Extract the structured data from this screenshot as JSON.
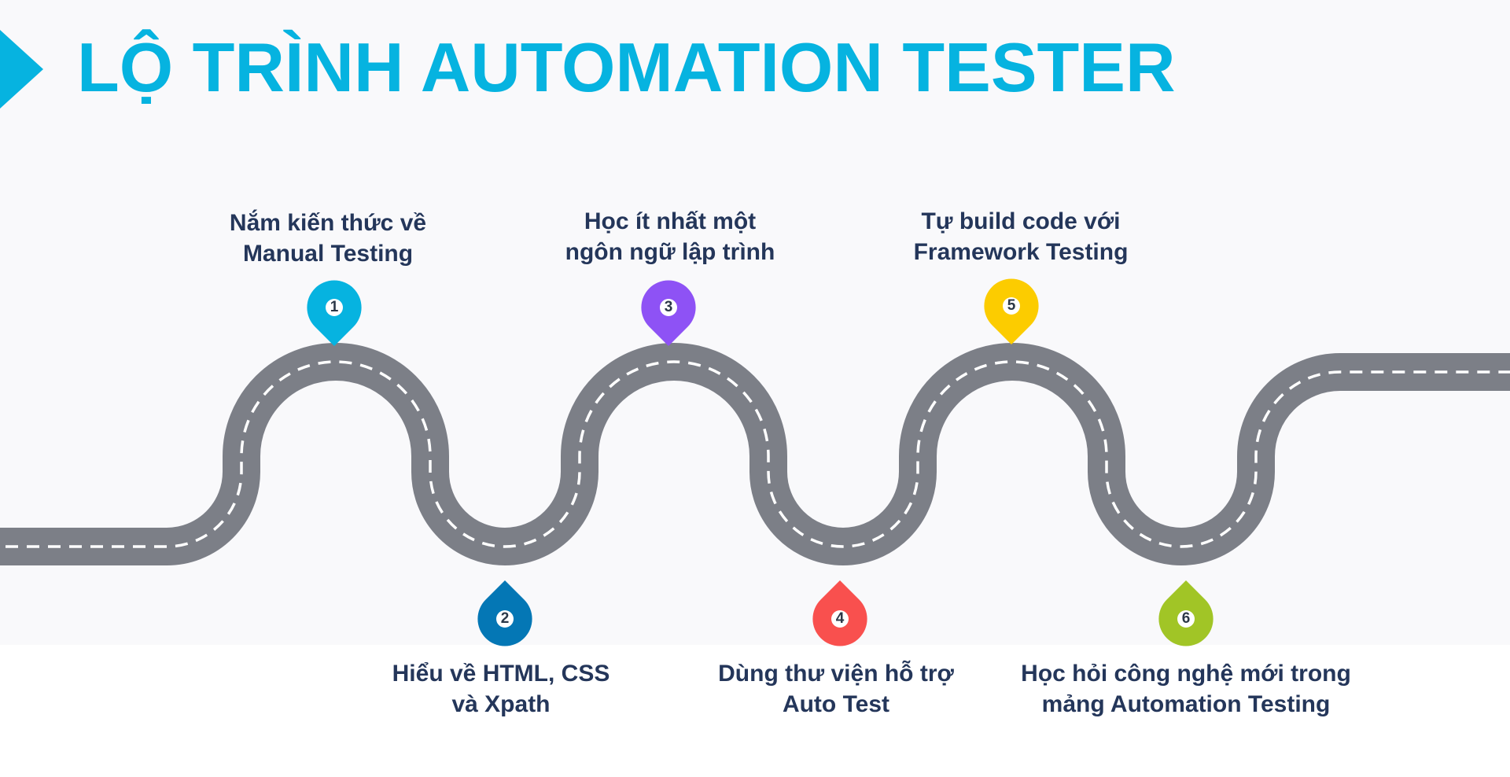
{
  "title": "LỘ TRÌNH AUTOMATION TESTER",
  "colors": {
    "accent": "#06b3e0",
    "text": "#24365a",
    "road": "#7c7f87",
    "road_marking": "#ffffff"
  },
  "steps": [
    {
      "number": "1",
      "lines": [
        "Nắm kiến thức về",
        "Manual Testing"
      ],
      "color": "#06b3e0",
      "position": "top"
    },
    {
      "number": "2",
      "lines": [
        "Hiểu về HTML, CSS",
        "và Xpath"
      ],
      "color": "#0477b5",
      "position": "bottom"
    },
    {
      "number": "3",
      "lines": [
        "Học ít nhất một",
        "ngôn ngữ lập trình"
      ],
      "color": "#8e52f5",
      "position": "top"
    },
    {
      "number": "4",
      "lines": [
        "Dùng thư viện hỗ trợ",
        "Auto Test"
      ],
      "color": "#f9504e",
      "position": "bottom"
    },
    {
      "number": "5",
      "lines": [
        "Tự build code với",
        "Framework Testing"
      ],
      "color": "#fccc00",
      "position": "top"
    },
    {
      "number": "6",
      "lines": [
        "Học hỏi công nghệ mới trong",
        "mảng Automation Testing"
      ],
      "color": "#a1c526",
      "position": "bottom"
    }
  ]
}
